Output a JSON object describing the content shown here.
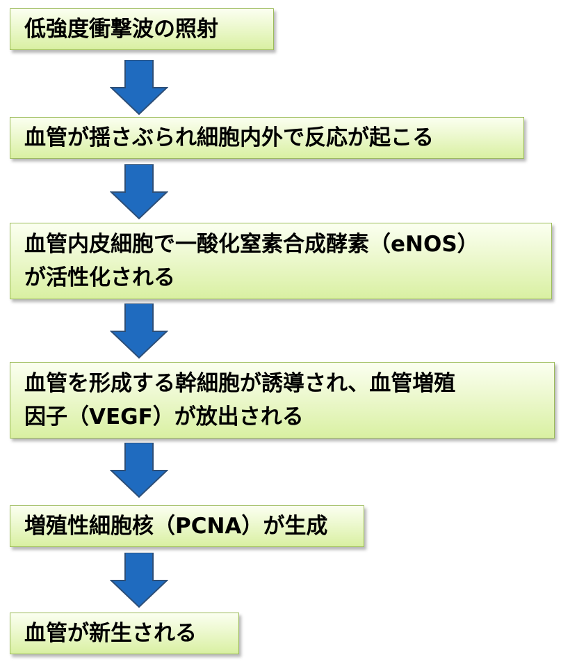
{
  "flowchart": {
    "steps": [
      {
        "lines": [
          "低強度衝撃波の照射"
        ]
      },
      {
        "lines": [
          "血管が揺さぶられ細胞内外で反応が起こる"
        ]
      },
      {
        "lines": [
          "血管内皮細胞で一酸化窒素合成酵素（eNOS）",
          "が活性化される"
        ]
      },
      {
        "lines": [
          "血管を形成する幹細胞が誘導され、血管増殖",
          "因子（VEGF）が放出される"
        ]
      },
      {
        "lines": [
          "増殖性細胞核（PCNA）が生成"
        ]
      },
      {
        "lines": [
          "血管が新生される"
        ]
      }
    ],
    "colors": {
      "box_fill_top": "#fbfff0",
      "box_fill_bottom": "#d9f0a2",
      "box_border": "#9bbb59",
      "arrow_fill": "#1f6bbf",
      "arrow_stroke": "#2d4f78"
    }
  }
}
